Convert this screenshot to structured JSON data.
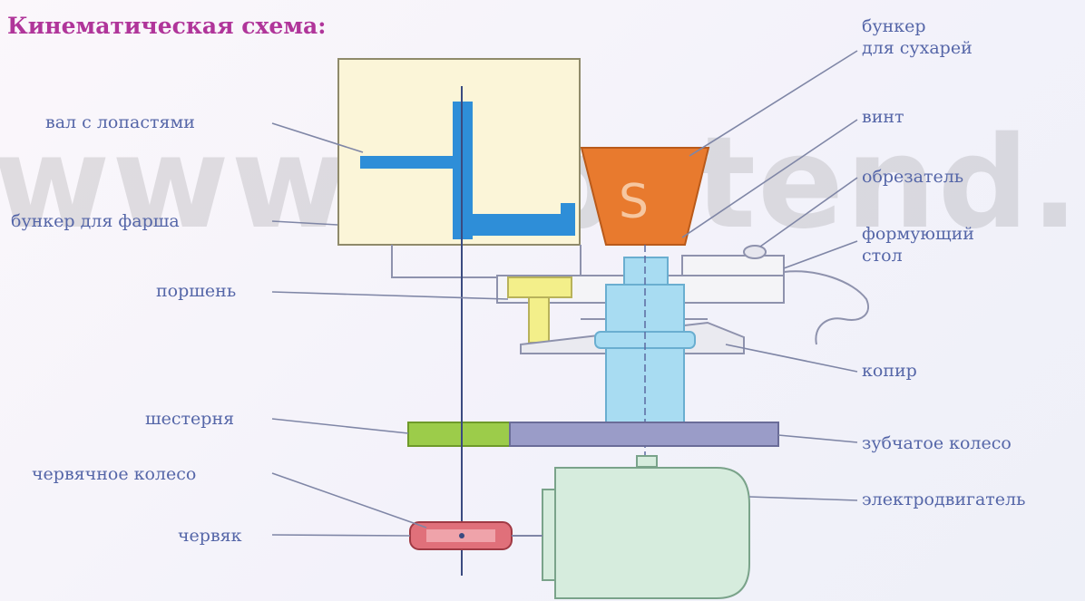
{
  "title": "Кинематическая схема:",
  "watermark": "www.labstend.ru",
  "labels": {
    "left": {
      "shaft_with_blades": "вал с лопастями",
      "hopper_for_stuffing": "бункер для фарша",
      "piston": "поршень",
      "pinion": "шестерня",
      "worm_wheel": "червячное колесо",
      "worm": "червяк"
    },
    "right": {
      "hopper_line1": "бункер",
      "hopper_line2": "для сухарей",
      "screw": "винт",
      "cutter": "обрезатель",
      "table_line1": "формующий",
      "table_line2": "стол",
      "copier": "копир",
      "gear_wheel": "зубчатое колесо",
      "motor": "электродвигатель"
    }
  },
  "colors": {
    "title": "#b0359a",
    "label": "#5566a8",
    "leader": "#7f86a6",
    "mixer_box": "#fbf5d8",
    "shaft": "#2e8ed8",
    "crumb_hopper": "#e87a2e",
    "piston": "#f3ef8a",
    "column": "#a8dcf2",
    "pinion": "#9ccc4a",
    "gear_wheel": "#9a9cc8",
    "worm": "#e0707a",
    "motor": "#d6ecdd"
  }
}
